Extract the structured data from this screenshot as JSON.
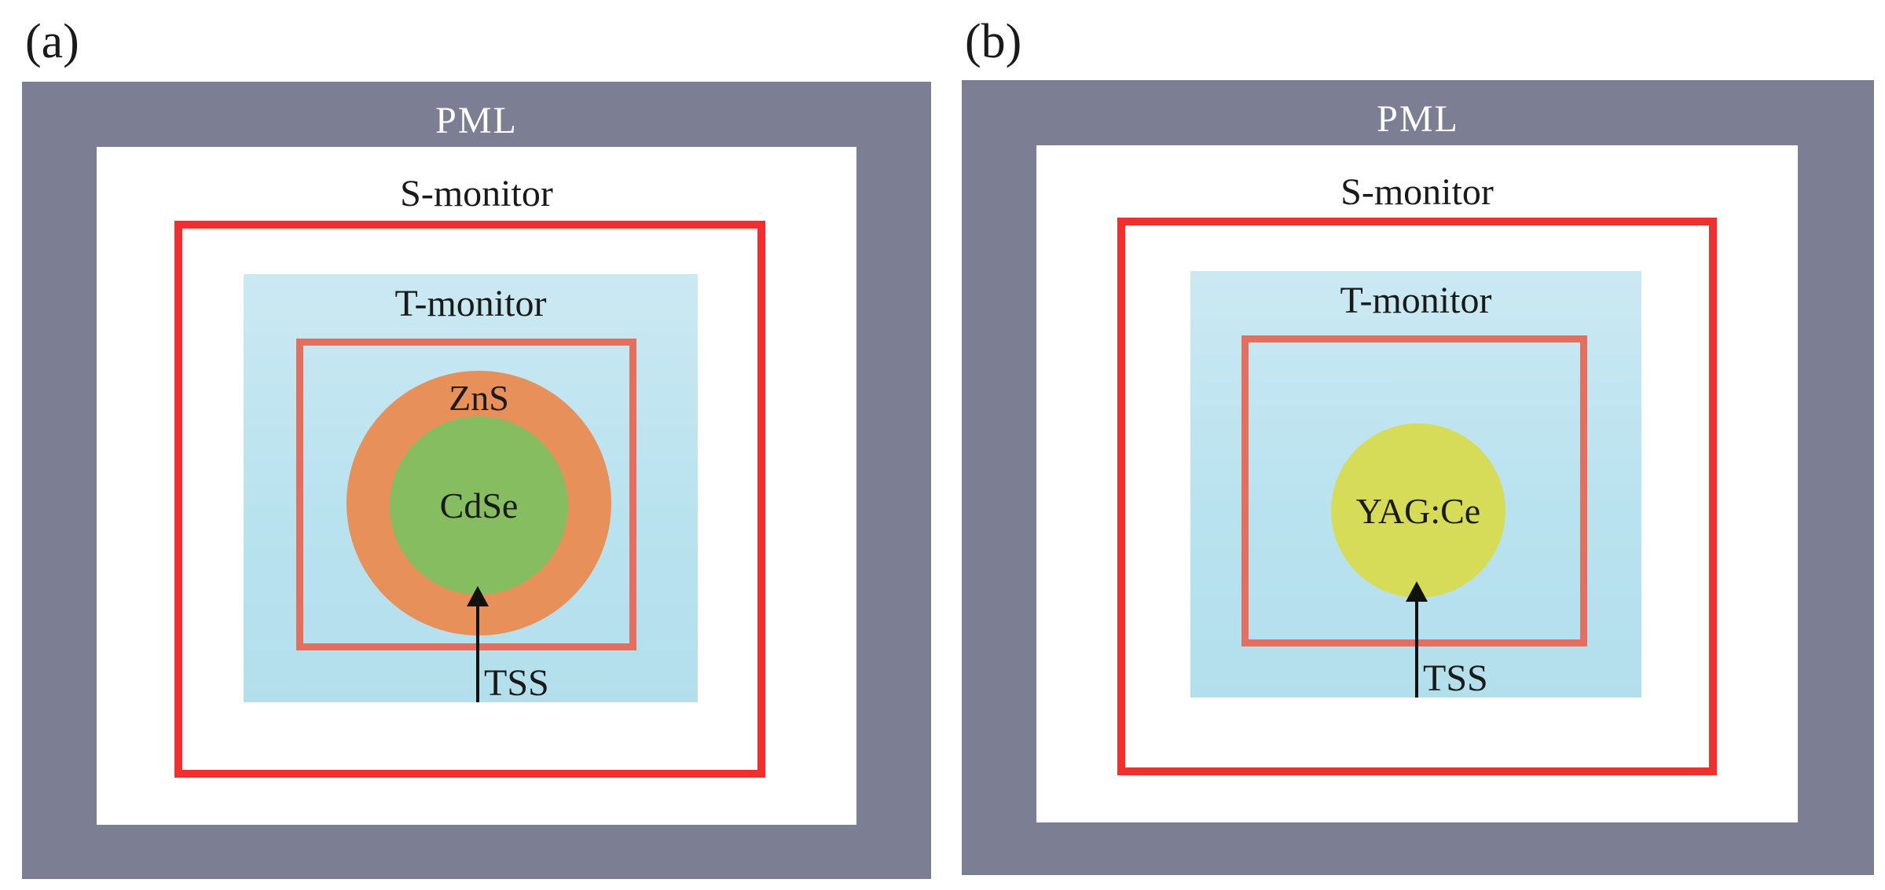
{
  "panels": [
    {
      "label": "(a)",
      "pml_label": "PML",
      "s_monitor_label": "S-monitor",
      "t_monitor_label": "T-monitor",
      "shell_label": "ZnS",
      "core_label": "CdSe",
      "source_label": "TSS"
    },
    {
      "label": "(b)",
      "pml_label": "PML",
      "s_monitor_label": "S-monitor",
      "t_monitor_label": "T-monitor",
      "particle_label": "YAG:Ce",
      "source_label": "TSS"
    }
  ],
  "colors": {
    "pml": "#7c7e93",
    "s_monitor_border": "#f0302e",
    "t_monitor_border": "#e56f5e",
    "source_region": "#b9e2ef",
    "zns_shell": "#e8905a",
    "cdse_core": "#86bd60",
    "yag_ce": "#d7dc58"
  }
}
